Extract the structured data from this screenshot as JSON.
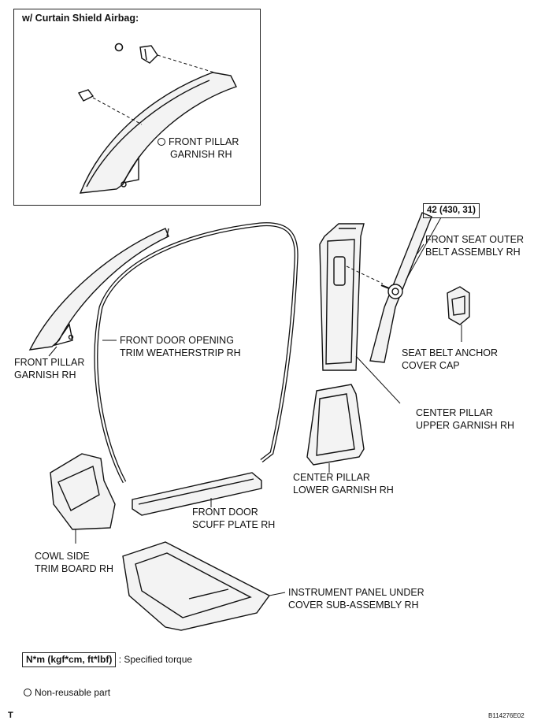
{
  "inset": {
    "title": "w/ Curtain Shield Airbag:",
    "part_label_line1": "FRONT PILLAR",
    "part_label_line2": "GARNISH RH"
  },
  "labels": {
    "front_pillar_garnish": [
      "FRONT PILLAR",
      "GARNISH RH"
    ],
    "weatherstrip": [
      "FRONT DOOR OPENING",
      "TRIM WEATHERSTRIP RH"
    ],
    "torque_value": "42 (430, 31)",
    "seat_belt": [
      "FRONT SEAT OUTER",
      "BELT ASSEMBLY RH"
    ],
    "anchor_cap": [
      "SEAT BELT ANCHOR",
      "COVER CAP"
    ],
    "center_upper": [
      "CENTER PILLAR",
      "UPPER GARNISH RH"
    ],
    "center_lower": [
      "CENTER PILLAR",
      "LOWER GARNISH RH"
    ],
    "scuff_plate": [
      "FRONT DOOR",
      "SCUFF PLATE RH"
    ],
    "cowl_side": [
      "COWL SIDE",
      "TRIM BOARD RH"
    ],
    "instrument_panel": [
      "INSTRUMENT PANEL UNDER",
      "COVER SUB-ASSEMBLY RH"
    ]
  },
  "legend": {
    "torque_unit": "N*m (kgf*cm, ft*lbf)",
    "torque_text": ": Specified torque",
    "nonreusable_text": "Non-reusable part"
  },
  "footer": {
    "left_mark": "T",
    "figure_code": "B114276E02"
  }
}
